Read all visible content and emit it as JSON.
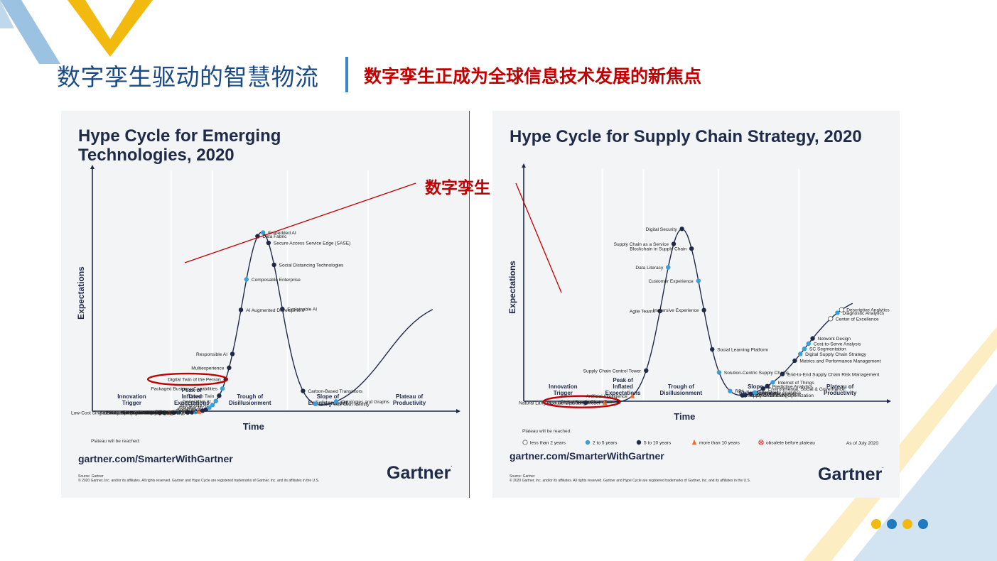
{
  "slide": {
    "title": "数字孪生驱动的智慧物流",
    "subtitle": "数字孪生正成为全球信息技术发展的新焦点",
    "callout": "数字孪生",
    "colors": {
      "title": "#1a4a86",
      "subtitle": "#c00000",
      "accent_blue": "#4a90c8",
      "accent_yellow": "#f2b90f",
      "callout": "#c00000"
    }
  },
  "legend": {
    "heading": "Plateau will be reached:",
    "items": [
      {
        "marker": "hollow-circle",
        "label": "less than 2 years"
      },
      {
        "marker": "light-blue-circle",
        "label": "2 to 5 years"
      },
      {
        "marker": "navy-circle",
        "label": "5 to 10 years"
      },
      {
        "marker": "orange-triangle",
        "label": "more than 10 years"
      },
      {
        "marker": "crossed-circle",
        "label": "obsolete before plateau"
      }
    ],
    "as_of": "As of July 2020"
  },
  "phases": [
    {
      "line1": "Innovation",
      "line2": "Trigger"
    },
    {
      "line1": "Peak of",
      "line2": "Inflated",
      "line3": "Expectations"
    },
    {
      "line1": "Trough of",
      "line2": "Disillusionment"
    },
    {
      "line1": "Slope of",
      "line2": "Enlightenment"
    },
    {
      "line1": "Plateau of",
      "line2": "Productivity"
    }
  ],
  "chart_data": [
    {
      "type": "scatter",
      "title": "Hype Cycle for Emerging Technologies, 2020",
      "xlabel": "Time",
      "ylabel": "Expectations",
      "url": "gartner.com/SmarterWithGartner",
      "source": "Source: Gartner",
      "copyright": "© 2020 Gartner, Inc. and/or its affiliates. All rights reserved. Gartner and Hype Cycle are registered trademarks of Gartner, Inc. and its affiliates in the U.S.",
      "logo": "Gartner",
      "highlighted": "Digital Twin of the Person",
      "points": [
        {
          "label": "Authenticated Provenance",
          "t": 0.01,
          "cat": "navy"
        },
        {
          "label": "AI-Assisted Design",
          "t": 0.027,
          "cat": "navy"
        },
        {
          "label": "DNA Computing and Storage",
          "t": 0.044,
          "cat": "orange"
        },
        {
          "label": "Low-Cost Single-Board Computers at the Edge",
          "t": 0.061,
          "cat": "navy"
        },
        {
          "label": "Self-Supervised Learning",
          "t": 0.078,
          "cat": "light"
        },
        {
          "label": "Health Passport",
          "t": 0.095,
          "cat": "hollow"
        },
        {
          "label": "2-Way BMI (Brain Machine Interface)",
          "t": 0.112,
          "cat": "navy"
        },
        {
          "label": "Biodegradable Sensors",
          "t": 0.127,
          "cat": "navy"
        },
        {
          "label": "Generative Adversarial Networks",
          "t": 0.14,
          "cat": "light"
        },
        {
          "label": "Differential Privacy",
          "t": 0.153,
          "cat": "orange"
        },
        {
          "label": "Private 5G",
          "t": 0.166,
          "cat": "navy"
        },
        {
          "label": "Social Data",
          "t": 0.178,
          "cat": "navy"
        },
        {
          "label": "Adaptive ML",
          "t": 0.19,
          "cat": "light"
        },
        {
          "label": "Composite AI",
          "t": 0.202,
          "cat": "light"
        },
        {
          "label": "Generative AI",
          "t": 0.214,
          "cat": "light"
        },
        {
          "label": "Citizen Twin",
          "t": 0.226,
          "cat": "navy"
        },
        {
          "label": "Packaged Business Capabilities",
          "t": 0.238,
          "cat": "light"
        },
        {
          "label": "Digital Twin of the Person",
          "t": 0.25,
          "cat": "navy"
        },
        {
          "label": "Multiexperience",
          "t": 0.262,
          "cat": "navy"
        },
        {
          "label": "Responsible AI",
          "t": 0.274,
          "cat": "navy"
        },
        {
          "label": "AI Augmented Development",
          "t": 0.305,
          "cat": "navy"
        },
        {
          "label": "Composable Enterprise",
          "t": 0.325,
          "cat": "light"
        },
        {
          "label": "Data Fabric",
          "t": 0.365,
          "cat": "navy"
        },
        {
          "label": "Embedded AI",
          "t": 0.385,
          "cat": "light"
        },
        {
          "label": "Secure Access Service Edge (SASE)",
          "t": 0.405,
          "cat": "navy"
        },
        {
          "label": "Social Distancing Technologies",
          "t": 0.425,
          "cat": "navy"
        },
        {
          "label": "Explainable AI",
          "t": 0.455,
          "cat": "navy"
        },
        {
          "label": "Carbon-Based Transistors",
          "t": 0.53,
          "cat": "navy"
        },
        {
          "label": "Bring Your Own Identity",
          "t": 0.575,
          "cat": "light"
        },
        {
          "label": "Ontologies and Graphs",
          "t": 0.65,
          "cat": "light"
        }
      ]
    },
    {
      "type": "scatter",
      "title": "Hype Cycle for Supply Chain Strategy, 2020",
      "xlabel": "Time",
      "ylabel": "Expectations",
      "url": "gartner.com/SmarterWithGartner",
      "source": "Source: Gartner",
      "copyright": "© 2020 Gartner, Inc. and/or its affiliates. All rights reserved. Gartner and Hype Cycle are registered trademarks of Gartner, Inc. and its affiliates in the U.S.",
      "logo": "Gartner",
      "highlighted": "Digital Supply Chain Twin",
      "points": [
        {
          "label": "Natural Language Generation",
          "t": 0.03,
          "cat": "navy"
        },
        {
          "label": "Modular Operating Model",
          "t": 0.1,
          "cat": "orange"
        },
        {
          "label": "Digital Supply Chain Twin",
          "t": 0.15,
          "cat": "navy"
        },
        {
          "label": "Artificial Intelligence",
          "t": 0.2,
          "cat": "orange"
        },
        {
          "label": "Supply Chain Control Tower",
          "t": 0.25,
          "cat": "navy"
        },
        {
          "label": "Agile Teams",
          "t": 0.3,
          "cat": "navy"
        },
        {
          "label": "Data Literacy",
          "t": 0.33,
          "cat": "light"
        },
        {
          "label": "Supply Chain as a Service",
          "t": 0.35,
          "cat": "navy"
        },
        {
          "label": "Digital Security",
          "t": 0.38,
          "cat": "navy"
        },
        {
          "label": "Blockchain in Supply Chain",
          "t": 0.415,
          "cat": "navy"
        },
        {
          "label": "Customer Experience",
          "t": 0.44,
          "cat": "light"
        },
        {
          "label": "Immersive Experience",
          "t": 0.46,
          "cat": "navy"
        },
        {
          "label": "Social Learning Platform",
          "t": 0.49,
          "cat": "navy"
        },
        {
          "label": "Solution-Centric Supply Chains",
          "t": 0.515,
          "cat": "light"
        },
        {
          "label": "RPA",
          "t": 0.555,
          "cat": "light"
        },
        {
          "label": "Supply Chain Cost Optimization",
          "t": 0.6,
          "cat": "navy"
        },
        {
          "label": "Machine Learning",
          "t": 0.61,
          "cat": "navy"
        },
        {
          "label": "Prescriptive Analytics",
          "t": 0.63,
          "cat": "navy"
        },
        {
          "label": "Workforce Analytics",
          "t": 0.645,
          "cat": "light"
        },
        {
          "label": "Environmental, Social & Governance",
          "t": 0.675,
          "cat": "navy"
        },
        {
          "label": "Predictive Analytics",
          "t": 0.69,
          "cat": "navy"
        },
        {
          "label": "Internet of Things",
          "t": 0.71,
          "cat": "light"
        },
        {
          "label": "End-to-End Supply Chain Risk Management",
          "t": 0.745,
          "cat": "navy"
        },
        {
          "label": "Metrics and Performance Management",
          "t": 0.79,
          "cat": "navy"
        },
        {
          "label": "Digital Supply Chain Strategy",
          "t": 0.81,
          "cat": "light"
        },
        {
          "label": "SC Segmentation",
          "t": 0.825,
          "cat": "light"
        },
        {
          "label": "Cost-to-Serve Analysis",
          "t": 0.84,
          "cat": "light"
        },
        {
          "label": "Network Design",
          "t": 0.855,
          "cat": "navy"
        },
        {
          "label": "Center of Excellence",
          "t": 0.92,
          "cat": "hollow"
        },
        {
          "label": "Diagnostic Analytics",
          "t": 0.945,
          "cat": "light"
        },
        {
          "label": "Descriptive Analytics",
          "t": 0.96,
          "cat": "hollow"
        }
      ]
    }
  ]
}
